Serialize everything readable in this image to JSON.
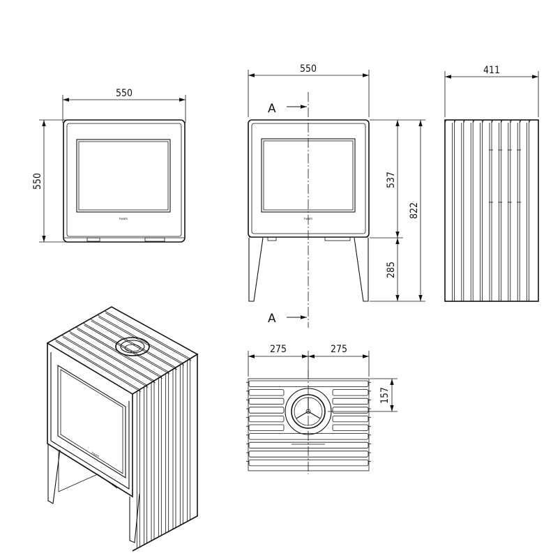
{
  "views": {
    "top": {
      "width_label": "550",
      "height_label": "550"
    },
    "front": {
      "width_label": "550",
      "body_height_label": "537",
      "total_height_label": "822",
      "leg_height_label": "285",
      "section_mark_top": "A",
      "section_mark_bottom": "A"
    },
    "side": {
      "depth_label": "411"
    },
    "plan": {
      "half_left_label": "275",
      "half_right_label": "275",
      "offset_label": "157"
    }
  },
  "brand": {
    "logo_text": "hwam"
  }
}
